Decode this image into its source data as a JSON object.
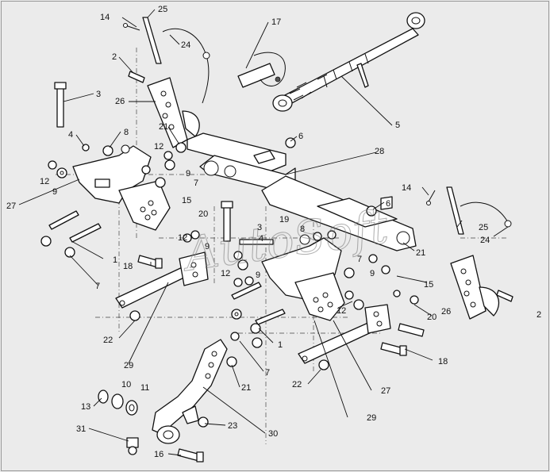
{
  "watermark": "AutoSoft",
  "callouts": [
    {
      "id": "c14a",
      "text": "14"
    },
    {
      "id": "c25a",
      "text": "25"
    },
    {
      "id": "c24a",
      "text": "24"
    },
    {
      "id": "c17",
      "text": "17"
    },
    {
      "id": "c2a",
      "text": "2"
    },
    {
      "id": "c3",
      "text": "3"
    },
    {
      "id": "c26a",
      "text": "26"
    },
    {
      "id": "c5",
      "text": "5"
    },
    {
      "id": "c4a",
      "text": "4"
    },
    {
      "id": "c8a",
      "text": "8"
    },
    {
      "id": "c21a",
      "text": "21"
    },
    {
      "id": "c6a",
      "text": "6"
    },
    {
      "id": "c12a",
      "text": "12"
    },
    {
      "id": "c9a",
      "text": "9"
    },
    {
      "id": "c12b",
      "text": "12"
    },
    {
      "id": "c9b",
      "text": "9"
    },
    {
      "id": "c28",
      "text": "28"
    },
    {
      "id": "c7a",
      "text": "7"
    },
    {
      "id": "c27a",
      "text": "27"
    },
    {
      "id": "c14b",
      "text": "14"
    },
    {
      "id": "c6b",
      "text": "6"
    },
    {
      "id": "c15a",
      "text": "15"
    },
    {
      "id": "c20a",
      "text": "20"
    },
    {
      "id": "c25b",
      "text": "25"
    },
    {
      "id": "c24b",
      "text": "24"
    },
    {
      "id": "c3b",
      "text": "3"
    },
    {
      "id": "c19",
      "text": "19"
    },
    {
      "id": "c4b",
      "text": "4"
    },
    {
      "id": "c8b",
      "text": "8"
    },
    {
      "id": "c12c",
      "text": "12"
    },
    {
      "id": "c9c",
      "text": "9"
    },
    {
      "id": "c21b",
      "text": "21"
    },
    {
      "id": "c1a",
      "text": "1"
    },
    {
      "id": "c18a",
      "text": "18"
    },
    {
      "id": "c7b",
      "text": "7"
    },
    {
      "id": "c12d",
      "text": "12"
    },
    {
      "id": "c9d",
      "text": "9"
    },
    {
      "id": "c7c",
      "text": "7"
    },
    {
      "id": "c9e",
      "text": "9"
    },
    {
      "id": "c15b",
      "text": "15"
    },
    {
      "id": "c26b",
      "text": "26"
    },
    {
      "id": "c2b",
      "text": "2"
    },
    {
      "id": "c20b",
      "text": "20"
    },
    {
      "id": "c12e",
      "text": "12"
    },
    {
      "id": "c22a",
      "text": "22"
    },
    {
      "id": "c1b",
      "text": "1"
    },
    {
      "id": "c18b",
      "text": "18"
    },
    {
      "id": "c29a",
      "text": "29"
    },
    {
      "id": "c7d",
      "text": "7"
    },
    {
      "id": "c21c",
      "text": "21"
    },
    {
      "id": "c22b",
      "text": "22"
    },
    {
      "id": "c27b",
      "text": "27"
    },
    {
      "id": "c13",
      "text": "13"
    },
    {
      "id": "c10",
      "text": "10"
    },
    {
      "id": "c11",
      "text": "11"
    },
    {
      "id": "c29b",
      "text": "29"
    },
    {
      "id": "c23",
      "text": "23"
    },
    {
      "id": "c30",
      "text": "30"
    },
    {
      "id": "c31",
      "text": "31"
    },
    {
      "id": "c16",
      "text": "16"
    }
  ]
}
